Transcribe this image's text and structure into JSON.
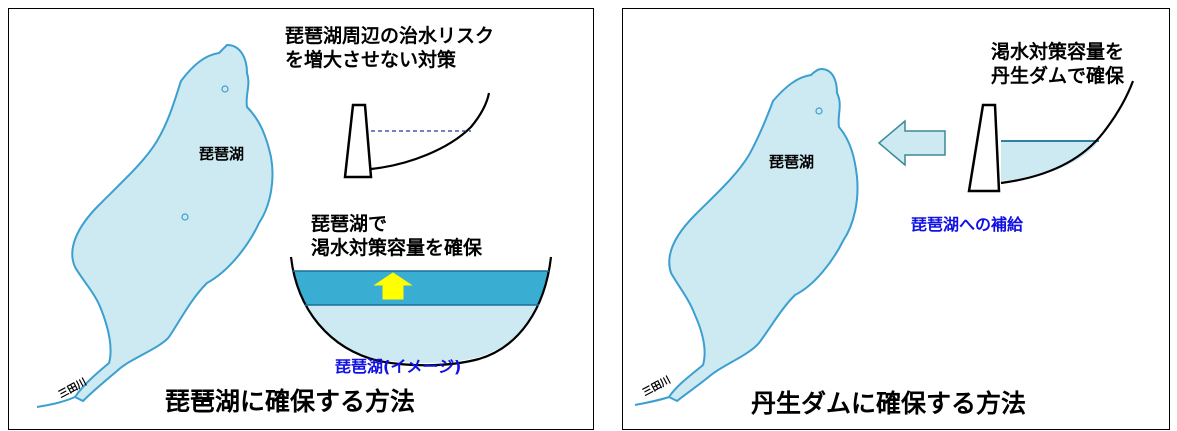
{
  "left": {
    "lake_label": "琵琶湖",
    "river_label": "三田川",
    "heading_line1": "琵琶湖周辺の治水リスク",
    "heading_line2": "を増大させない対策",
    "inner_line1": "琵琶湖で",
    "inner_line2": "渇水対策容量を確保",
    "image_label": "琵琶湖(イメージ)",
    "caption": "琵琶湖に確保する方法"
  },
  "right": {
    "lake_label": "琵琶湖",
    "river_label": "三田川",
    "heading_line1": "渇水対策容量を",
    "heading_line2": "丹生ダムで確保",
    "supply_label": "琵琶湖への補給",
    "caption": "丹生ダムに確保する方法"
  },
  "colors": {
    "lake_fill": "#cde9f2",
    "lake_stroke": "#3b9fd0",
    "storage_band": "#3aaed2",
    "arrow_yellow": "#ffff00",
    "label_blue": "#1010e6"
  }
}
